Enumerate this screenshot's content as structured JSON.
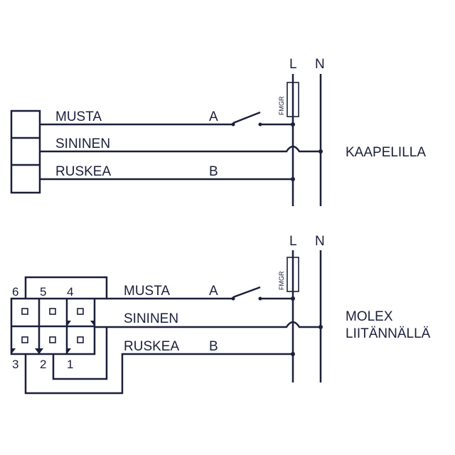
{
  "top": {
    "labels": {
      "L": "L",
      "N": "N",
      "fuse": "FMGR"
    },
    "wires": {
      "musta": "MUSTA",
      "sininen": "SININEN",
      "ruskea": "RUSKEA"
    },
    "points": {
      "a": "A",
      "b": "B"
    },
    "caption": "KAAPELILLA"
  },
  "bottom": {
    "labels": {
      "L": "L",
      "N": "N",
      "fuse": "FMGR"
    },
    "wires": {
      "musta": "MUSTA",
      "sininen": "SININEN",
      "ruskea": "RUSKEA"
    },
    "points": {
      "a": "A",
      "b": "B"
    },
    "caption_line1": "MOLEX",
    "caption_line2": "LIITÄNNÄLLÄ",
    "pins_top": [
      "6",
      "5",
      "4"
    ],
    "pins_bottom": [
      "3",
      "2",
      "1"
    ]
  }
}
